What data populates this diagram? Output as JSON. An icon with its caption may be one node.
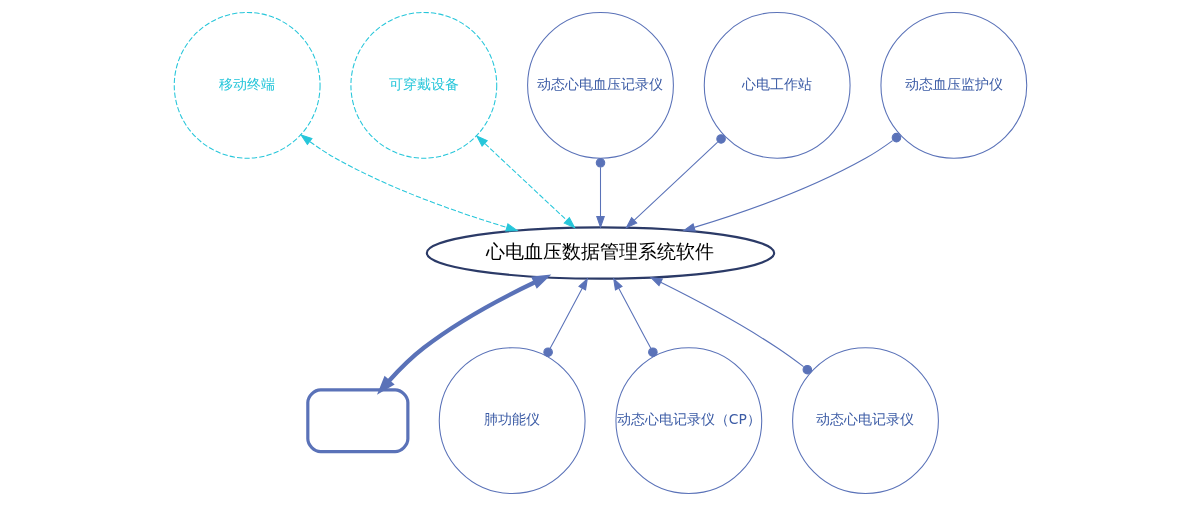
{
  "diagram": {
    "nodes": [
      {
        "text": [
          "移动终端"
        ]
      },
      {
        "text": [
          "可穿戴设备"
        ]
      },
      {
        "text": [
          "动态心电血压记录仪"
        ]
      },
      {
        "text": [
          "心电工作站"
        ]
      },
      {
        "text": [
          "动态血压监护仪"
        ]
      },
      {
        "text": [
          "心电血压数据管理系统软件"
        ]
      },
      {
        "text": [
          "肺功能仪"
        ]
      },
      {
        "text": [
          "动态心电记录仪（CP）"
        ]
      },
      {
        "text": [
          "动态心电记录仪"
        ]
      },
      {
        "text": [],
        "shape": "box"
      }
    ],
    "edges": [
      {
        "from": 0,
        "to": 5,
        "arrow": "both",
        "style": "dashed",
        "color": "#26c6da"
      },
      {
        "from": 1,
        "to": 5,
        "arrow": "both",
        "style": "dashed",
        "color": "#26c6da"
      },
      {
        "from": 2,
        "to": 5,
        "arrow": "to"
      },
      {
        "from": 3,
        "to": 5,
        "arrow": "to"
      },
      {
        "from": 4,
        "to": 5,
        "arrow": "to"
      },
      {
        "from": 6,
        "to": 5,
        "arrow": "to"
      },
      {
        "from": 7,
        "to": 5,
        "arrow": "to"
      },
      {
        "from": 8,
        "to": 5,
        "arrow": "to"
      },
      {
        "from": 5,
        "to": 9,
        "arrow": "both",
        "style": "thick"
      }
    ]
  }
}
